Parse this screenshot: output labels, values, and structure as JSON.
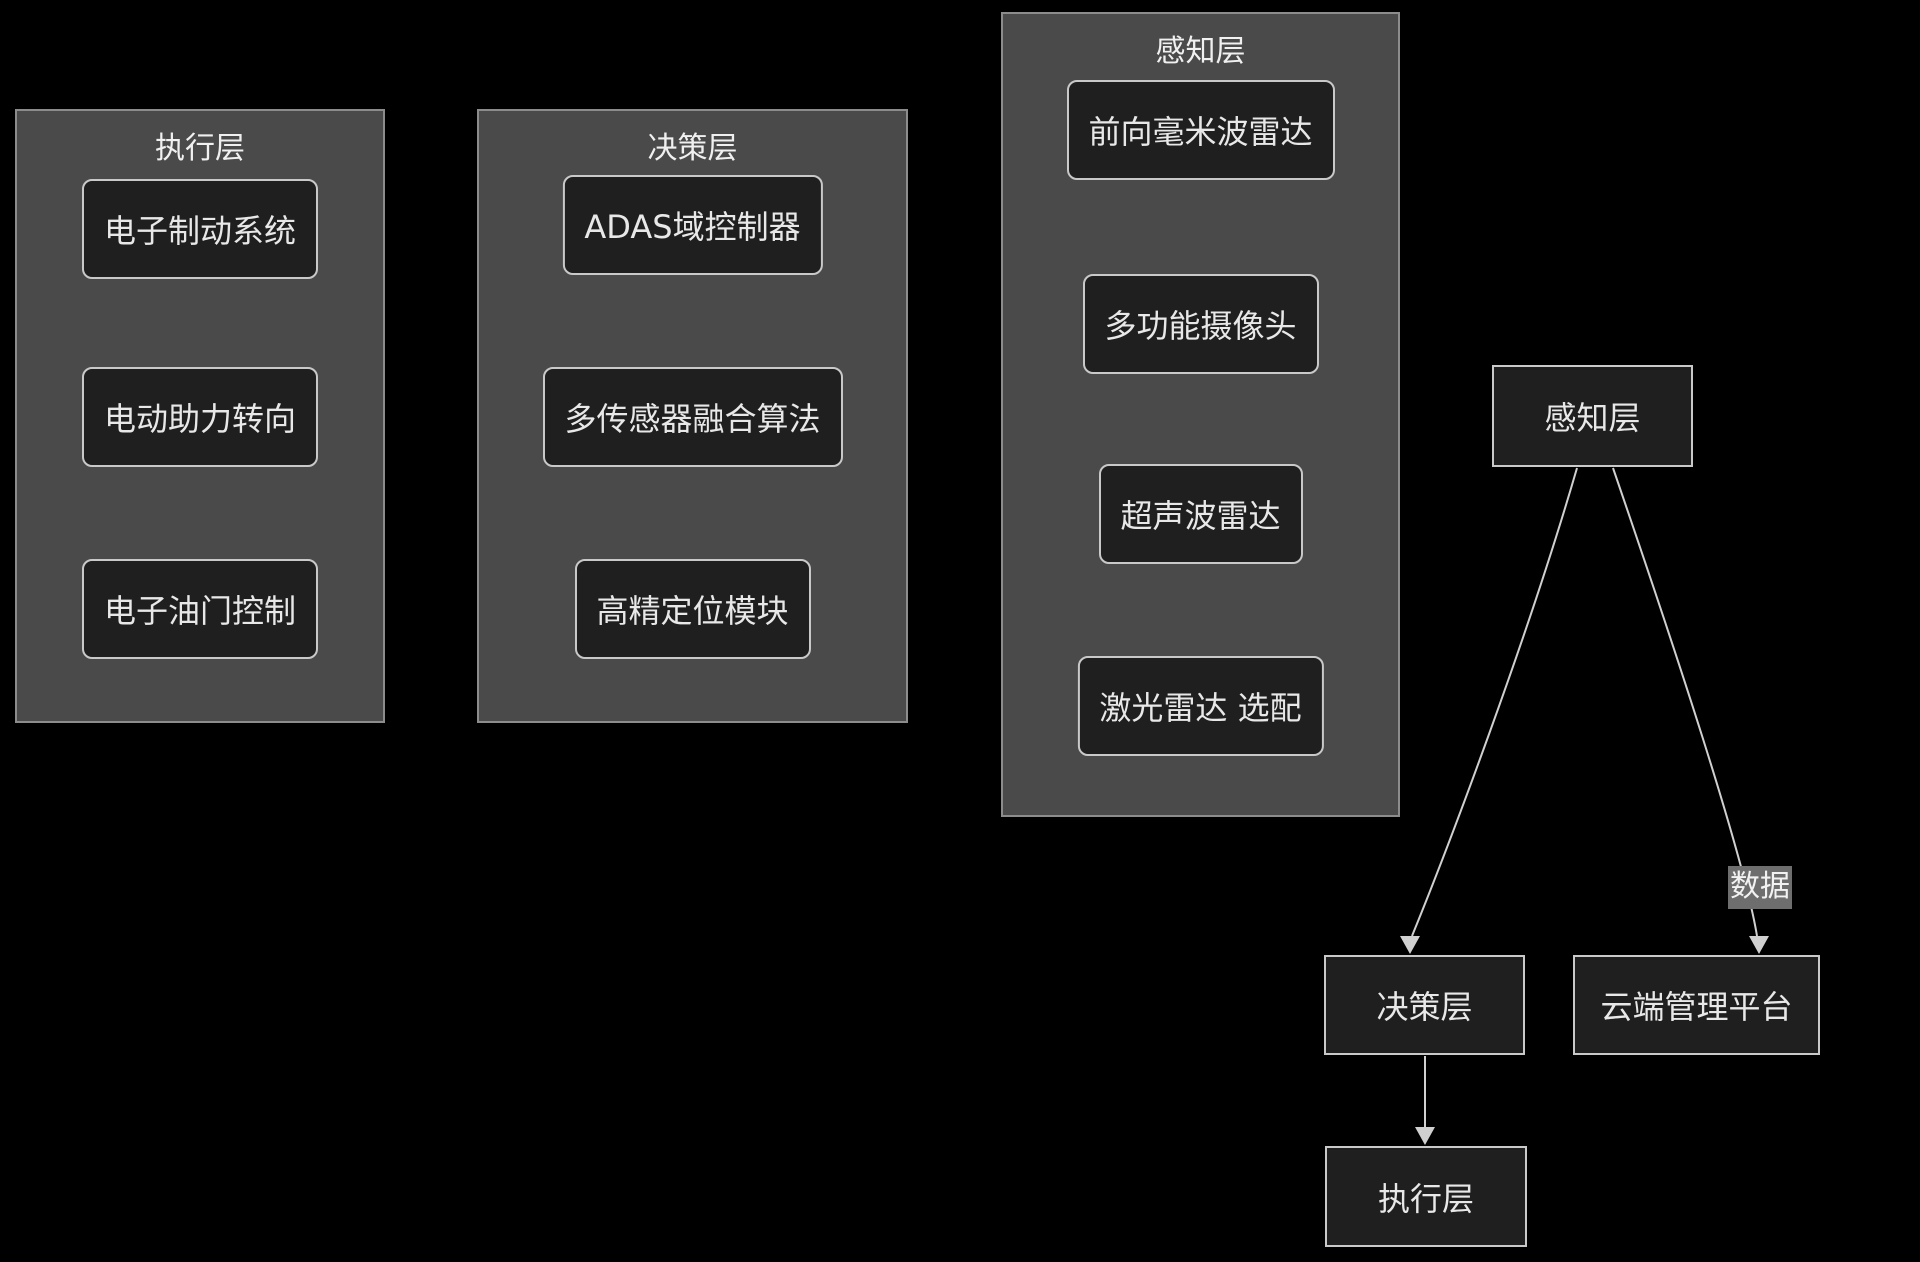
{
  "diagram": {
    "groups": [
      {
        "title": "执行层",
        "nodes": [
          {
            "label": "电子制动系统"
          },
          {
            "label": "电动助力转向"
          },
          {
            "label": "电子油门控制"
          }
        ]
      },
      {
        "title": "决策层",
        "nodes": [
          {
            "label": "ADAS域控制器"
          },
          {
            "label": "多传感器融合算法"
          },
          {
            "label": "高精定位模块"
          }
        ]
      },
      {
        "title": "感知层",
        "nodes": [
          {
            "label": "前向毫米波雷达"
          },
          {
            "label": "多功能摄像头"
          },
          {
            "label": "超声波雷达"
          },
          {
            "label": "激光雷达 选配"
          }
        ]
      }
    ],
    "flow": {
      "nodes": [
        {
          "label": "感知层"
        },
        {
          "label": "决策层"
        },
        {
          "label": "云端管理平台"
        },
        {
          "label": "执行层"
        }
      ],
      "edges": [
        {
          "from": "感知层",
          "to": "决策层",
          "label": ""
        },
        {
          "from": "感知层",
          "to": "云端管理平台",
          "label": "数据"
        },
        {
          "from": "决策层",
          "to": "执行层",
          "label": ""
        }
      ]
    },
    "colors": {
      "background": "#000000",
      "group_fill": "#4a4a4a",
      "group_border": "#8c8c8c",
      "node_fill": "#1f1f1f",
      "node_border": "#c9c9c9",
      "text": "#e8e8e8",
      "edge_line": "#d0d0d0",
      "edge_label_bg": "#6e6e6e"
    }
  }
}
